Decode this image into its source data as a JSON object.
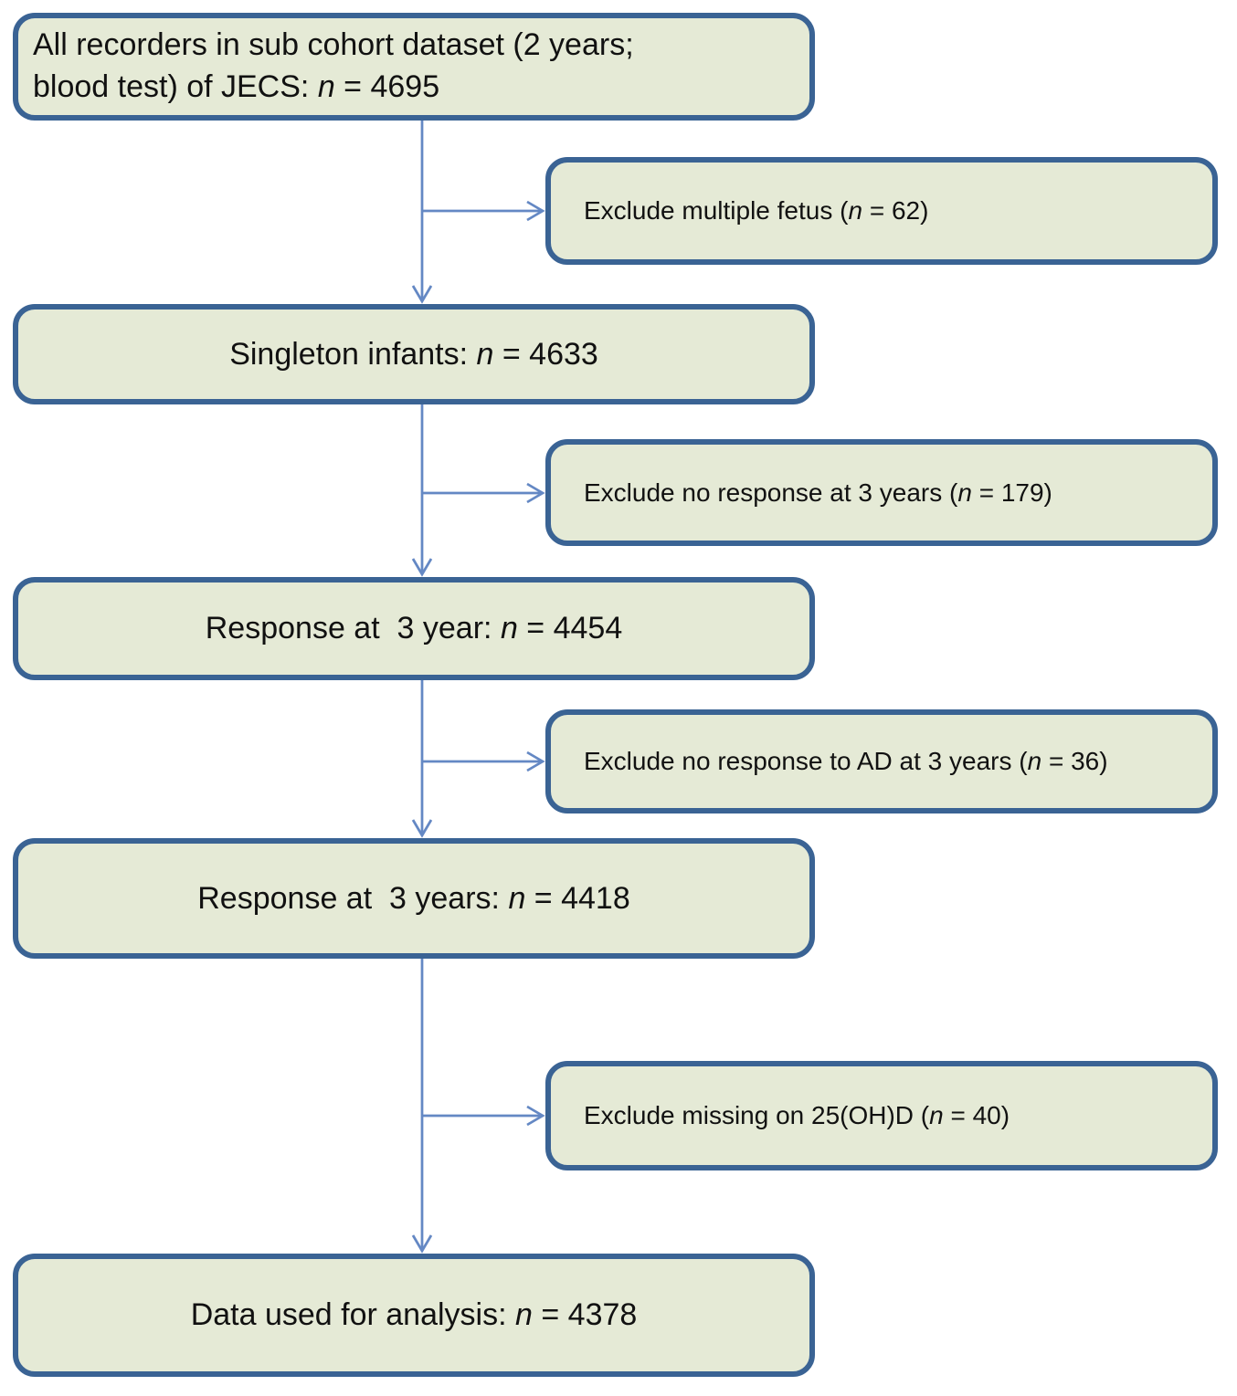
{
  "colors": {
    "box_fill": "#e5ead6",
    "box_border": "#3a6394",
    "arrow": "#6488c4",
    "text": "#111111"
  },
  "flow": {
    "main_boxes": [
      {
        "line1": "All recorders in sub cohort dataset (2 years;",
        "line2_prefix": "blood test) of JECS: ",
        "n": "n",
        "suffix": " = 4695"
      },
      {
        "prefix": "Singleton infants: ",
        "n": "n",
        "suffix": " = 4633"
      },
      {
        "prefix": "Response at  3 year: ",
        "n": "n",
        "suffix": " = 4454"
      },
      {
        "prefix": "Response at  3 years: ",
        "n": "n",
        "suffix": " = 4418"
      },
      {
        "prefix": "Data used for analysis: ",
        "n": "n",
        "suffix": " = 4378"
      }
    ],
    "exclusion_boxes": [
      {
        "prefix": "Exclude multiple fetus (",
        "n": "n",
        "suffix": " = 62)"
      },
      {
        "prefix": "Exclude no response at 3 years (",
        "n": "n",
        "suffix": " = 179)"
      },
      {
        "prefix": "Exclude no response to AD at 3 years (",
        "n": "n",
        "suffix": " = 36)"
      },
      {
        "prefix": "Exclude missing on 25(OH)D (",
        "n": "n",
        "suffix": " = 40)"
      }
    ]
  }
}
